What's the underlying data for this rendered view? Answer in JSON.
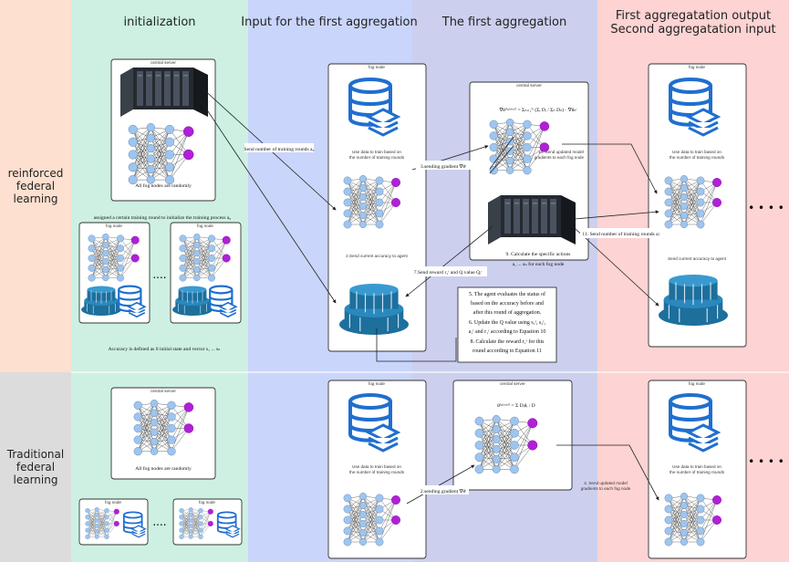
{
  "headers": {
    "col1": "initialization",
    "col2": "Input for the first aggregation",
    "col3": "The first aggregation",
    "col4_line1": "First aggregatation output",
    "col4_line2": "Second aggregatation input"
  },
  "rows": {
    "row1_line1": "reinforced",
    "row1_line2": "federal",
    "row1_line3": "learning",
    "row2_line1": "Traditional",
    "row2_line2": "federal",
    "row2_line3": "learning"
  },
  "box_titles": {
    "central_server": "central server",
    "fog_node": "fog node"
  },
  "labels": {
    "all_fog_nodes_random": "All fog nodes are randomly",
    "assigned_round": "assigned a certain training round to initialize the training process a₀",
    "accuracy_defined": "Accuracy is defined as 0 initial state and vector s₁ ... sₙ",
    "send_number_rounds": "Send number of training rounds a₀",
    "use_data_train_1": "Use data to train based on",
    "use_data_train_2": "the number of training rounds",
    "send_accuracy_agent": "2.Send current accuracy to agent",
    "send_accuracy_agent2": "Send current accuracy to agent",
    "sending_gradient": "3.sending gradient ∇θᵗ",
    "sending_gradient_trad": "2.sending gradient ∇θᵗ",
    "formula_agg": "∇θᵗ⁽ᵍˡᵒᵇᵃˡ⁾ = Σₙ₌₁ᴺ (Σᵢ Dᵢ / Σₙ Dₙ) · ∇θₙᵗ",
    "formula_trad": "θ⁽ᵍˡᵒᵇᵃˡ⁾ = Σ Dᵢθᵢ / D",
    "send_updated_1": "10. Send updated model",
    "send_updated_2": "gradients to each fog node",
    "send_updated_trad_1": "4. Send updated model",
    "send_updated_trad_2": "gradients to each fog node",
    "calc_specific_1": "9. Calculate the specific actions",
    "calc_specific_2": "a₁ ... aₙ for each fog node",
    "send_reward": "7.Send reward r₁ᵗ and Q value Qᵢᵗ",
    "send_rounds_2": "11. Send number of training rounds aᵢᵗ",
    "agent_note_1": "5. The agent evaluates the status of",
    "agent_note_2": "based on the accuracy before and",
    "agent_note_3": "after this round of aggregation.",
    "agent_note_4": "6. Update the Q value using s₁ᵗ, s₂ᵗ,",
    "agent_note_5": "a₁ᵗ and r₁ᵗ according to Equation 10",
    "agent_note_6": "8. Calculate the reward r₁ᵗ for this",
    "agent_note_7": "round according to Equation 11",
    "ellipsis": "....",
    "ellipsis_right": "• • • •"
  },
  "colors": {
    "col_left_salmon": "#fde0cf",
    "col_left_gray": "#dcdcdc",
    "col_init": "#cdf0e2",
    "col_input": "#cad5fc",
    "col_agg": "#ccd0ee",
    "col_output": "#fdd3d3",
    "db_blue": "#1f6fd0",
    "node_blue": "#9ec5ee",
    "node_purple": "#b020d8",
    "server_dark": "#252a30",
    "agent_teal": "#1d6f9c"
  }
}
